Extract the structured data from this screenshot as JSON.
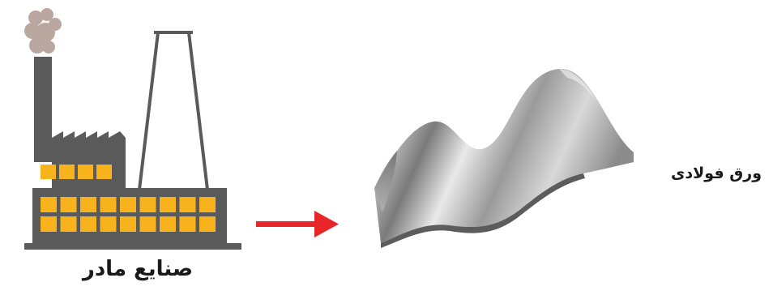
{
  "factory": {
    "label": "صنایع مادر"
  },
  "product": {
    "label": "ورق فولادی"
  },
  "colors": {
    "factory_body": "#5a5a5a",
    "window": "#f7b21c",
    "smoke": "#b9a7a0",
    "arrow": "#e8262a"
  },
  "icons": [
    "factory-icon",
    "smoke-icon",
    "tower-icon",
    "arrow-icon",
    "steel-sheet-image"
  ]
}
